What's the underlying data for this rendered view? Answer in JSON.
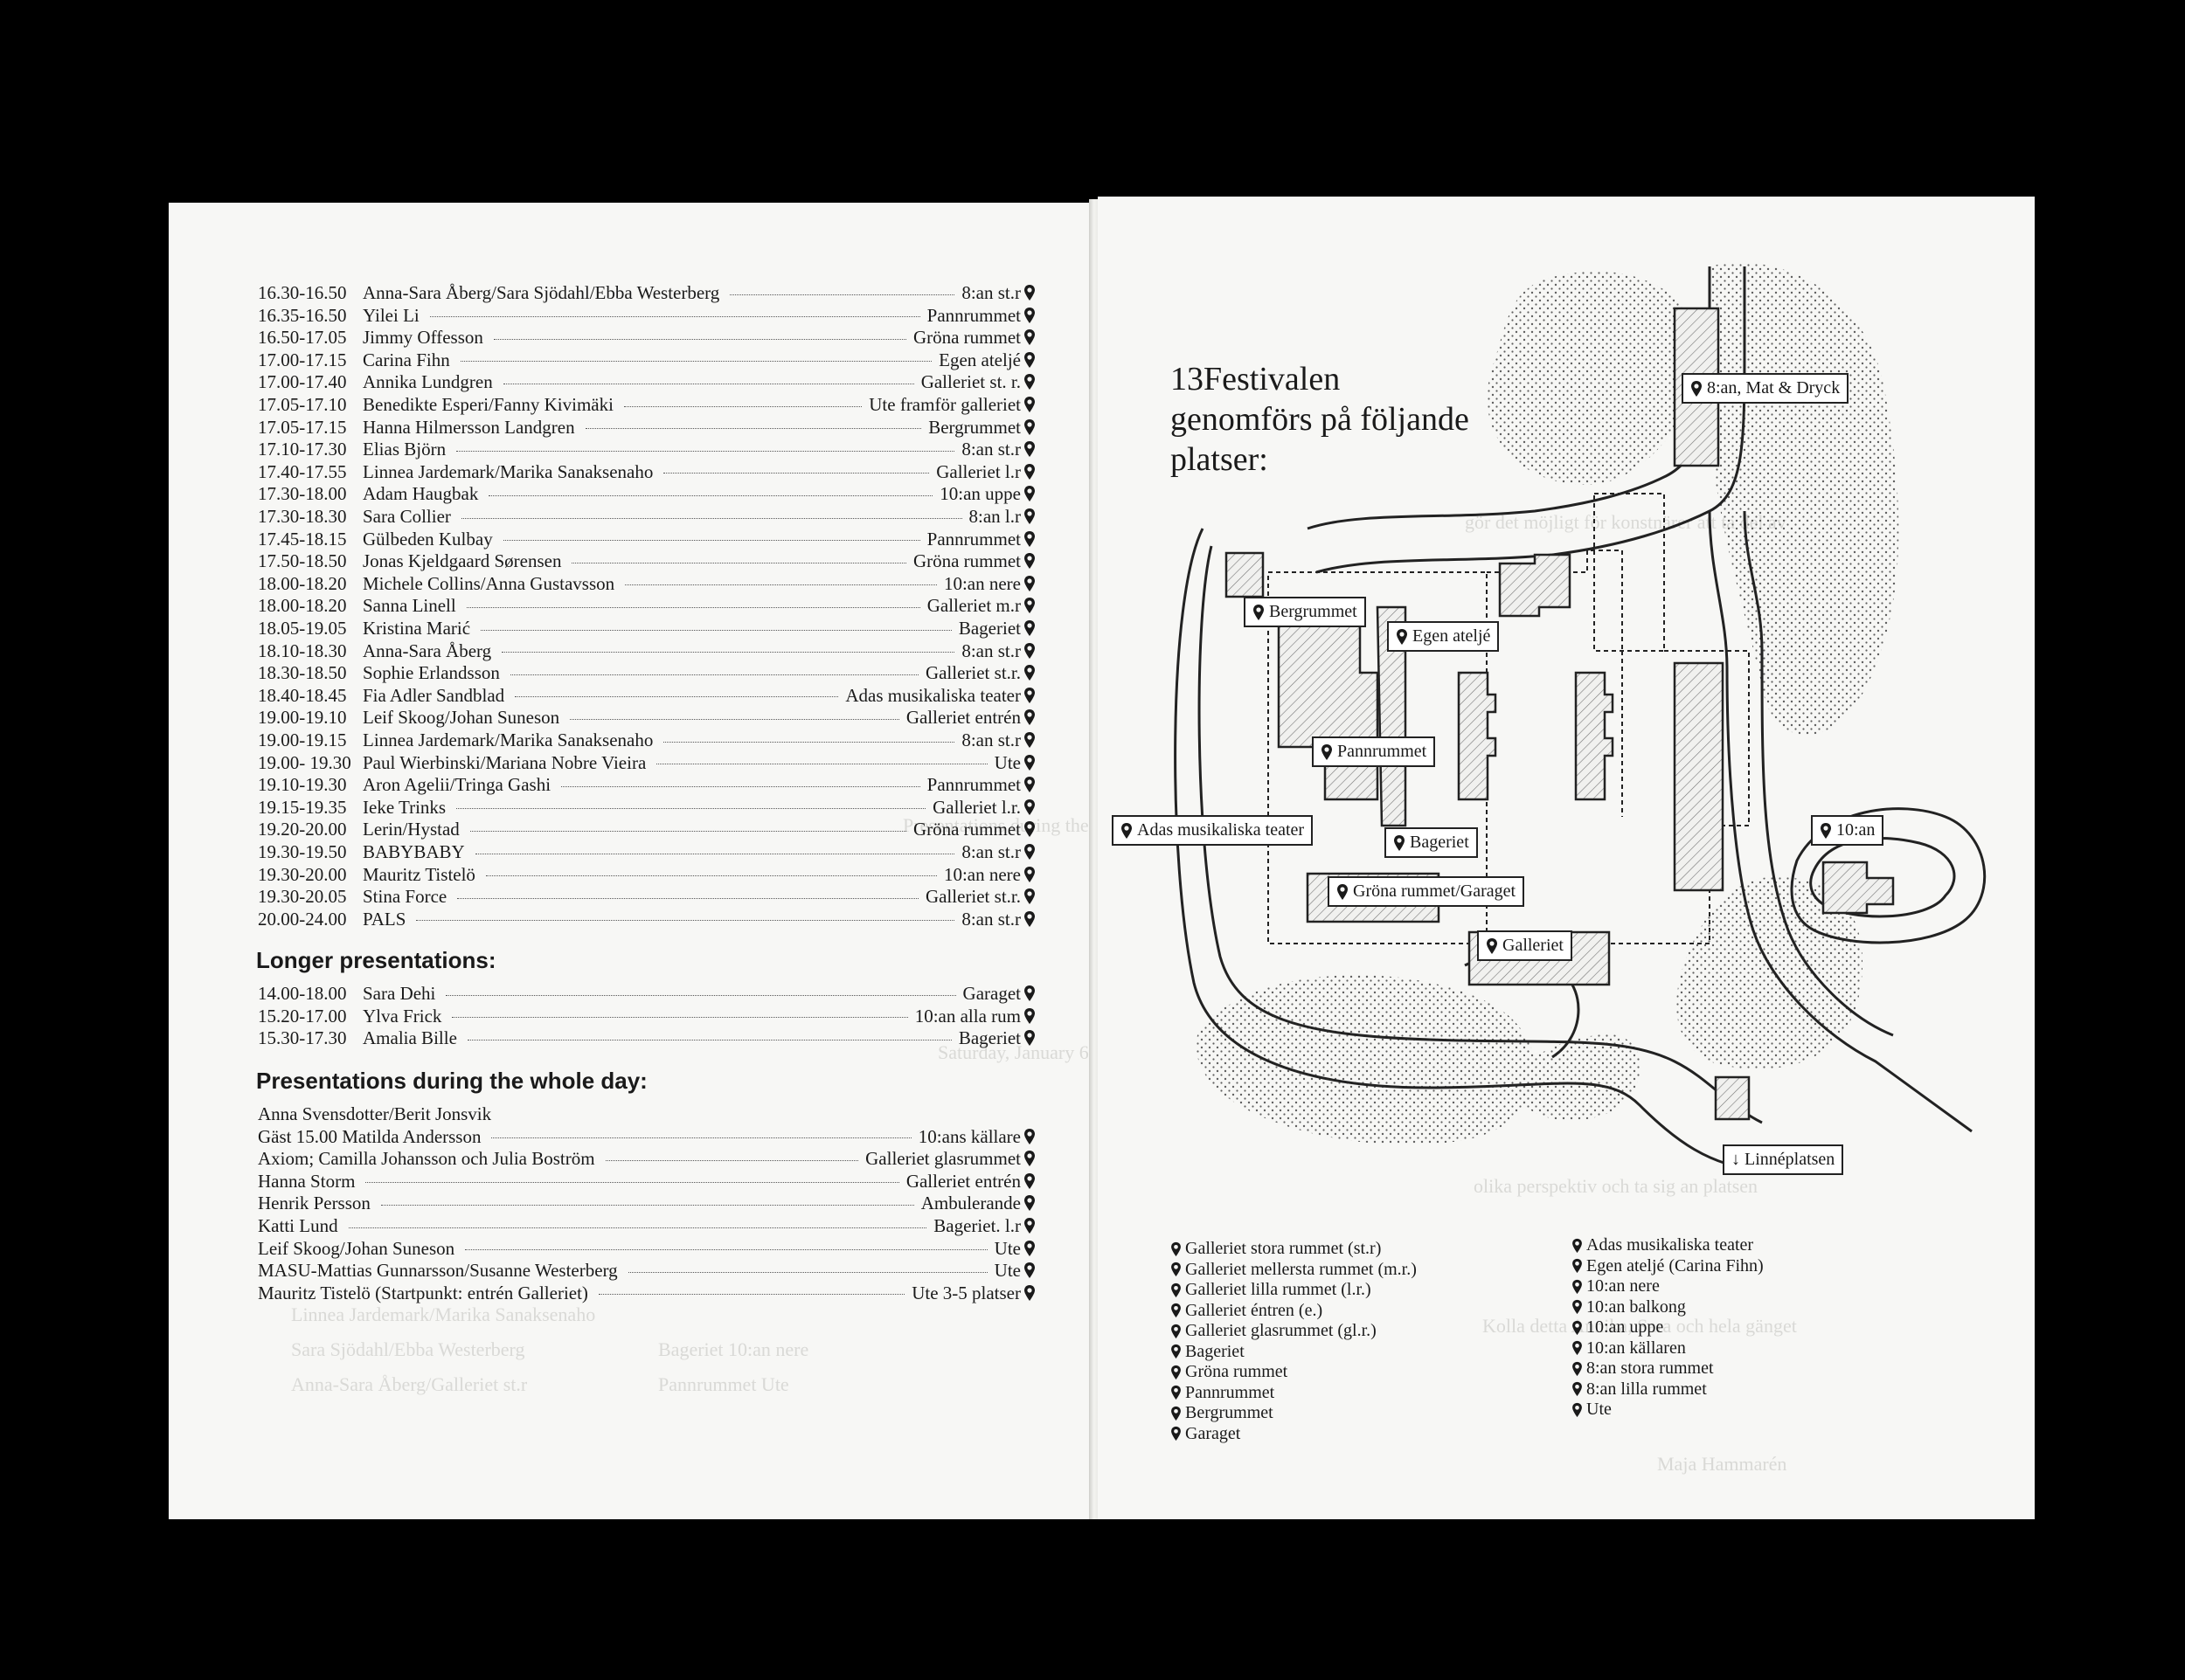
{
  "schedule": [
    {
      "time": "16.30-16.50",
      "name": "Anna-Sara Åberg/Sara Sjödahl/Ebba Westerberg",
      "location": "8:an st.r"
    },
    {
      "time": "16.35-16.50",
      "name": "Yilei Li",
      "location": "Pannrummet"
    },
    {
      "time": "16.50-17.05",
      "name": "Jimmy Offesson",
      "location": "Gröna rummet"
    },
    {
      "time": "17.00-17.15",
      "name": "Carina Fihn",
      "location": "Egen ateljé"
    },
    {
      "time": "17.00-17.40",
      "name": "Annika Lundgren",
      "location": "Galleriet st. r."
    },
    {
      "time": "17.05-17.10",
      "name": "Benedikte Esperi/Fanny Kivimäki",
      "location": "Ute framför galleriet"
    },
    {
      "time": "17.05-17.15",
      "name": "Hanna Hilmersson Landgren",
      "location": "Bergrummet"
    },
    {
      "time": "17.10-17.30",
      "name": "Elias Björn",
      "location": "8:an st.r"
    },
    {
      "time": "17.40-17.55",
      "name": "Linnea Jardemark/Marika Sanaksenaho",
      "location": "Galleriet l.r"
    },
    {
      "time": "17.30-18.00",
      "name": "Adam Haugbak",
      "location": "10:an uppe"
    },
    {
      "time": "17.30-18.30",
      "name": "Sara Collier",
      "location": "8:an l.r"
    },
    {
      "time": "17.45-18.15",
      "name": "Gülbeden Kulbay",
      "location": "Pannrummet"
    },
    {
      "time": "17.50-18.50",
      "name": "Jonas Kjeldgaard Sørensen",
      "location": "Gröna rummet"
    },
    {
      "time": "18.00-18.20",
      "name": "Michele Collins/Anna Gustavsson",
      "location": "10:an nere"
    },
    {
      "time": "18.00-18.20",
      "name": "Sanna Linell",
      "location": "Galleriet m.r"
    },
    {
      "time": "18.05-19.05",
      "name": "Kristina Marić",
      "location": "Bageriet"
    },
    {
      "time": "18.10-18.30",
      "name": "Anna-Sara Åberg",
      "location": "8:an st.r"
    },
    {
      "time": "18.30-18.50",
      "name": "Sophie Erlandsson",
      "location": "Galleriet st.r."
    },
    {
      "time": "18.40-18.45",
      "name": "Fia Adler Sandblad",
      "location": "Adas musikaliska teater"
    },
    {
      "time": "19.00-19.10",
      "name": "Leif Skoog/Johan Suneson",
      "location": "Galleriet entrén"
    },
    {
      "time": "19.00-19.15",
      "name": "Linnea Jardemark/Marika Sanaksenaho",
      "location": "8:an st.r"
    },
    {
      "time": "19.00- 19.30",
      "name": "Paul Wierbinski/Mariana Nobre Vieira",
      "location": "Ute"
    },
    {
      "time": "19.10-19.30",
      "name": "Aron Agelii/Tringa Gashi",
      "location": "Pannrummet"
    },
    {
      "time": "19.15-19.35",
      "name": "Ieke Trinks",
      "location": "Galleriet l.r."
    },
    {
      "time": "19.20-20.00",
      "name": "Lerin/Hystad",
      "location": "Gröna rummet"
    },
    {
      "time": "19.30-19.50",
      "name": "BABYBABY",
      "location": "8:an st.r"
    },
    {
      "time": "19.30-20.00",
      "name": "Mauritz Tistelö",
      "location": "10:an nere"
    },
    {
      "time": "19.30-20.05",
      "name": "Stina Force",
      "location": "Galleriet st.r."
    },
    {
      "time": "20.00-24.00",
      "name": "PALS",
      "location": "8:an st.r"
    }
  ],
  "longer": {
    "heading": "Longer presentations:",
    "items": [
      {
        "time": "14.00-18.00",
        "name": "Sara Dehi",
        "location": "Garaget"
      },
      {
        "time": "15.20-17.00",
        "name": "Ylva Frick",
        "location": "10:an alla rum"
      },
      {
        "time": "15.30-17.30",
        "name": "Amalia Bille",
        "location": "Bageriet"
      }
    ]
  },
  "whole_day": {
    "heading": "Presentations during the whole day:",
    "items": [
      {
        "name": "Anna Svensdotter/Berit Jonsvik",
        "location": ""
      },
      {
        "name": "Gäst 15.00 Matilda Andersson",
        "location": "10:ans källare"
      },
      {
        "name": "Axiom; Camilla Johansson och Julia Boström",
        "location": "Galleriet glasrummet"
      },
      {
        "name": "Hanna Storm",
        "location": "Galleriet entrén"
      },
      {
        "name": "Henrik Persson",
        "location": "Ambulerande"
      },
      {
        "name": "Katti Lund",
        "location": "Bageriet. l.r"
      },
      {
        "name": "Leif Skoog/Johan Suneson",
        "location": "Ute"
      },
      {
        "name": "MASU-Mattias Gunnarsson/Susanne Westerberg",
        "location": "Ute"
      },
      {
        "name": "Mauritz Tistelö (Startpunkt: entrén Galleriet)",
        "location": "Ute 3-5 platser"
      }
    ]
  },
  "map": {
    "title": "13Festivalen genomförs på följande platser:",
    "labels": {
      "eightan": "8:an, Mat & Dryck",
      "bergrummet": "Bergrummet",
      "egen": "Egen ateljé",
      "pannrummet": "Pannrummet",
      "adas": "Adas musikaliska teater",
      "bageriet": "Bageriet",
      "tenan": "10:an",
      "grona": "Gröna rummet/Garaget",
      "galleriet": "Galleriet",
      "linne": "Linnéplatsen"
    }
  },
  "legend_left": [
    "Galleriet stora rummet (st.r)",
    "Galleriet mellersta rummet (m.r.)",
    "Galleriet lilla rummet (l.r.)",
    "Galleriet éntren (e.)",
    "Galleriet glasrummet (gl.r.)",
    "Bageriet",
    "Gröna rummet",
    "Pannrummet",
    "Bergrummet",
    "Garaget"
  ],
  "legend_right": [
    "Adas musikaliska teater",
    "Egen ateljé (Carina Fihn)",
    "10:an nere",
    "10:an balkong",
    "10:an uppe",
    "10:an källaren",
    "8:an stora rummet",
    "8:an lilla rummet",
    "Ute"
  ]
}
